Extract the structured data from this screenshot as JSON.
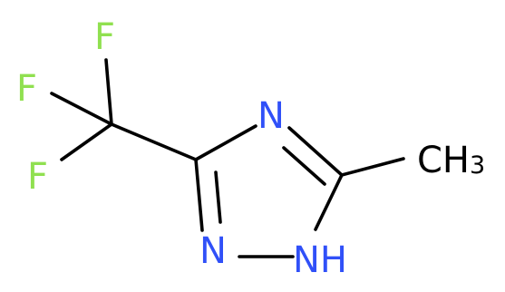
{
  "molecule": {
    "atoms": {
      "f_top": "F",
      "f_mid": "F",
      "f_bot": "F",
      "n4": "N",
      "n2": "N",
      "n1h": "NH",
      "methyl_main": "CH",
      "methyl_sub": "3"
    },
    "colors": {
      "bond": "#000000",
      "nitrogen": "#3050F8",
      "fluorine": "#90E050",
      "carbon_label": "#000000"
    }
  }
}
